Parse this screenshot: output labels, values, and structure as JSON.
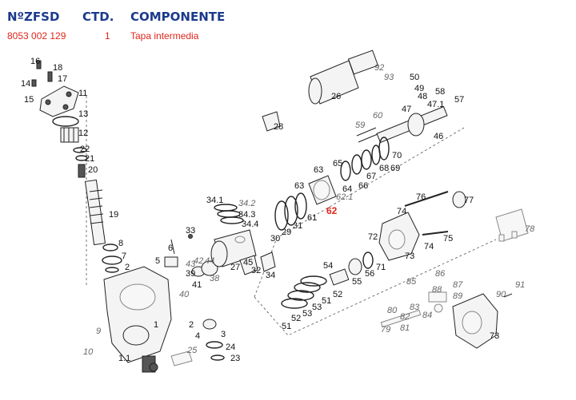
{
  "header": {
    "col_ref": "NºZFSD",
    "col_qty": "CTD.",
    "col_component": "COMPONENTE"
  },
  "row": {
    "ref": "8053 002 129",
    "qty": "1",
    "component": "Tapa intermedia"
  },
  "diagram": {
    "highlight_label": "62",
    "labels": [
      "1",
      "1.1",
      "2",
      "2",
      "3",
      "4",
      "5",
      "6",
      "7",
      "8",
      "9",
      "10",
      "11",
      "12",
      "13",
      "14",
      "15",
      "16",
      "17",
      "18",
      "19",
      "20",
      "21",
      "22",
      "23",
      "24",
      "25",
      "26",
      "27",
      "28",
      "29",
      "30",
      "31",
      "32",
      "33",
      "34",
      "34.1",
      "34.2",
      "34.3",
      "34.4",
      "38",
      "39",
      "40",
      "41",
      "42",
      "43",
      "44",
      "45",
      "46",
      "47",
      "47.1",
      "48",
      "49",
      "50",
      "51",
      "51",
      "52",
      "52",
      "53",
      "53",
      "54",
      "55",
      "56",
      "57",
      "58",
      "59",
      "60",
      "61",
      "62.1",
      "63",
      "63",
      "64",
      "65",
      "66",
      "67",
      "68",
      "69",
      "70",
      "71",
      "72",
      "73",
      "73",
      "74",
      "74",
      "75",
      "76",
      "77",
      "78",
      "79",
      "80",
      "81",
      "82",
      "83",
      "84",
      "85",
      "86",
      "87",
      "88",
      "89",
      "90",
      "91",
      "92",
      "93"
    ]
  }
}
